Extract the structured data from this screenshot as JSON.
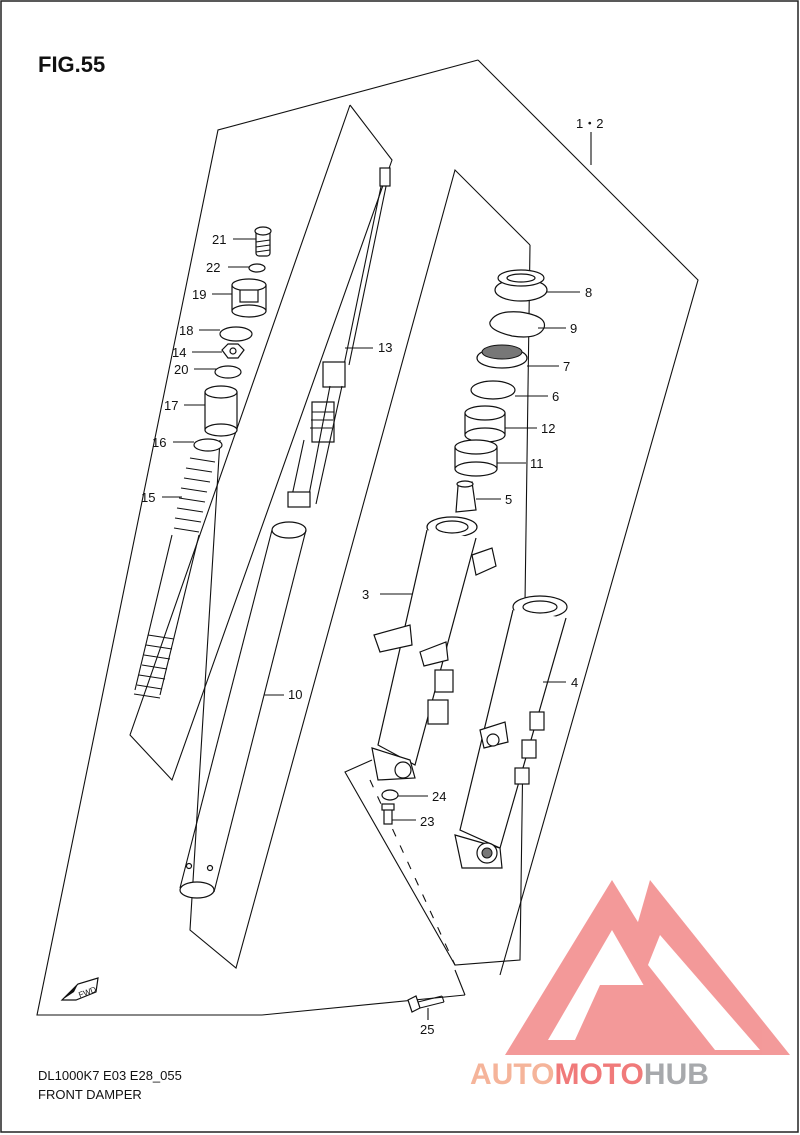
{
  "figure": {
    "title": "FIG.55",
    "assembly_label": "1・2",
    "model_code": "DL1000K7 E03 E28_055",
    "caption": "FRONT DAMPER",
    "fwd_label": "FWD"
  },
  "watermark": {
    "part1": "AUTO",
    "part2": "MOTO",
    "part3": "HUB",
    "color_light": "#f5b49a",
    "color_red": "#f07a7a",
    "color_gray": "#a7a9ac",
    "logo_color": "#f28f8f"
  },
  "parts": [
    {
      "id": "21",
      "label": "21"
    },
    {
      "id": "22",
      "label": "22"
    },
    {
      "id": "19",
      "label": "19"
    },
    {
      "id": "18",
      "label": "18"
    },
    {
      "id": "14",
      "label": "14"
    },
    {
      "id": "20",
      "label": "20"
    },
    {
      "id": "17",
      "label": "17"
    },
    {
      "id": "16",
      "label": "16"
    },
    {
      "id": "15",
      "label": "15"
    },
    {
      "id": "13",
      "label": "13"
    },
    {
      "id": "10",
      "label": "10"
    },
    {
      "id": "8",
      "label": "8"
    },
    {
      "id": "9",
      "label": "9"
    },
    {
      "id": "7",
      "label": "7"
    },
    {
      "id": "6",
      "label": "6"
    },
    {
      "id": "12",
      "label": "12"
    },
    {
      "id": "11",
      "label": "11"
    },
    {
      "id": "5",
      "label": "5"
    },
    {
      "id": "3",
      "label": "3"
    },
    {
      "id": "4",
      "label": "4"
    },
    {
      "id": "24",
      "label": "24"
    },
    {
      "id": "23",
      "label": "23"
    },
    {
      "id": "25",
      "label": "25"
    }
  ]
}
